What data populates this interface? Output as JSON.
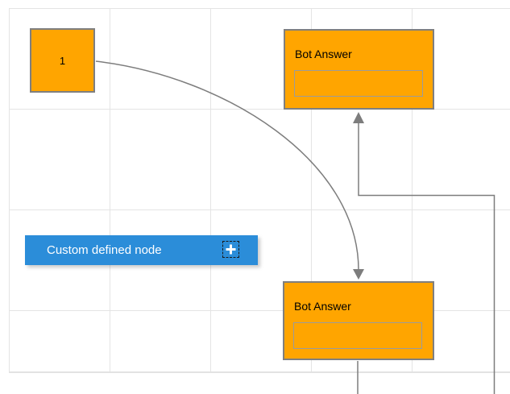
{
  "diagram": {
    "start_node": {
      "label": "1",
      "fill": "#FFA500",
      "border_color": "#7f7f7f"
    },
    "bot_answer_top": {
      "title": "Bot Answer",
      "input_value": "",
      "fill": "#FFA500"
    },
    "bot_answer_bottom": {
      "title": "Bot Answer",
      "input_value": "",
      "fill": "#FFA500"
    },
    "custom_node": {
      "label": "Custom defined node",
      "fill": "#2B8DD9",
      "icon": "plus-icon"
    },
    "connectors": {
      "color": "#7d7d7d",
      "types": [
        "bezier",
        "orthogonal"
      ]
    },
    "grid": {
      "line_color": "#e4e4e4",
      "background": "#ffffff"
    }
  }
}
